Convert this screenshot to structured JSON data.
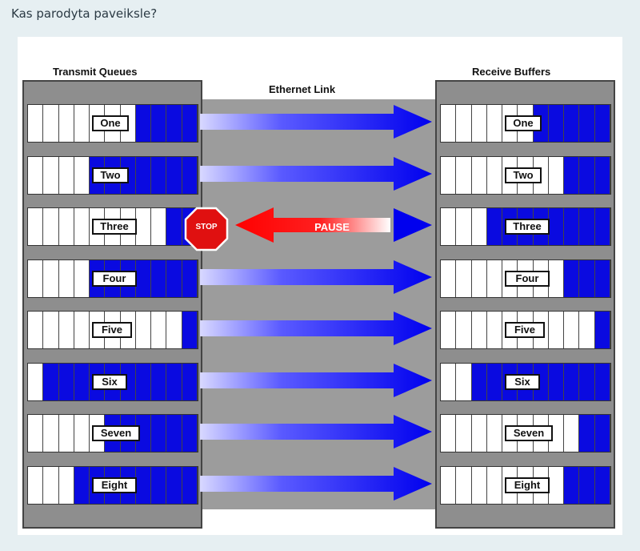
{
  "question": "Kas parodyta paveiksle?",
  "diagram": {
    "left_title": "Transmit Queues",
    "link_title": "Ethernet Link",
    "right_title": "Receive Buffers",
    "stop_label": "STOP",
    "pause_label": "PAUSE",
    "colors": {
      "queue_fill": "#0a0ae0",
      "arrow_blue": "#0000ee",
      "pause_red": "#ff1111",
      "panel_gray": "#8e8e8e",
      "link_gray": "#9c9c9c"
    },
    "queues": [
      {
        "name": "One",
        "tx_filled": [
          7,
          8,
          9,
          10,
          11
        ],
        "rx_filled": [
          6,
          7,
          8,
          9,
          10,
          11
        ],
        "paused": false
      },
      {
        "name": "Two",
        "tx_filled": [
          4,
          5,
          6,
          7,
          8,
          9,
          10,
          11
        ],
        "rx_filled": [
          8,
          9,
          10,
          11
        ],
        "paused": false
      },
      {
        "name": "Three",
        "tx_filled": [
          9,
          10,
          11
        ],
        "rx_filled": [
          3,
          4,
          5,
          6,
          7,
          8,
          9,
          10,
          11
        ],
        "paused": true
      },
      {
        "name": "Four",
        "tx_filled": [
          4,
          5,
          6,
          7,
          8,
          9,
          10,
          11
        ],
        "rx_filled": [
          8,
          9,
          10,
          11
        ],
        "paused": false
      },
      {
        "name": "Five",
        "tx_filled": [
          10,
          11
        ],
        "rx_filled": [
          10,
          11
        ],
        "paused": false
      },
      {
        "name": "Six",
        "tx_filled": [
          1,
          2,
          3,
          4,
          5,
          6,
          7,
          8,
          9,
          10,
          11
        ],
        "rx_filled": [
          2,
          3,
          4,
          5,
          6,
          7,
          8,
          9,
          10,
          11
        ],
        "paused": false
      },
      {
        "name": "Seven",
        "tx_filled": [
          5,
          6,
          7,
          8,
          9,
          10,
          11
        ],
        "rx_filled": [
          9,
          10,
          11
        ],
        "paused": false
      },
      {
        "name": "Eight",
        "tx_filled": [
          3,
          4,
          5,
          6,
          7,
          8,
          9,
          10,
          11
        ],
        "rx_filled": [
          8,
          9,
          10,
          11
        ],
        "paused": false
      }
    ]
  }
}
